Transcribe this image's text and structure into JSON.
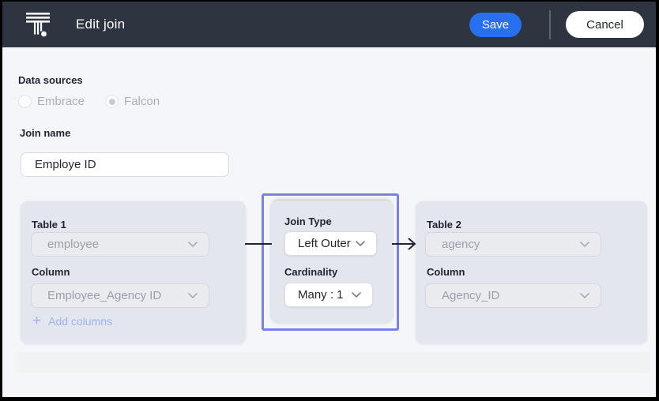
{
  "header": {
    "title": "Edit join",
    "save_label": "Save",
    "cancel_label": "Cancel",
    "logo_name": "thoughtspot-logo",
    "colors": {
      "bar_bg": "#2E3440",
      "save_bg": "#2770EF",
      "cancel_bg": "#FFFFFF"
    }
  },
  "data_sources": {
    "label": "Data sources",
    "options": [
      {
        "label": "Embrace",
        "selected": false
      },
      {
        "label": "Falcon",
        "selected": true
      }
    ]
  },
  "join_name": {
    "label": "Join name",
    "value": "Employe ID"
  },
  "table1": {
    "title": "Table 1",
    "table_value": "employee",
    "column_label": "Column",
    "column_value": "Employee_Agency ID",
    "add_columns_label": "Add columns",
    "plus_glyph": "+"
  },
  "join_settings": {
    "join_type_label": "Join Type",
    "join_type_value": "Left Outer",
    "cardinality_label": "Cardinality",
    "cardinality_value": "Many : 1"
  },
  "table2": {
    "title": "Table 2",
    "table_value": "agency",
    "column_label": "Column",
    "column_value": "Agency_ID"
  },
  "colors": {
    "content_bg": "#F5F6FA",
    "panel_bg": "#E3E6EC",
    "selection_accent": "#7B80E7",
    "disabled_text": "#9AA0AB",
    "label_text": "#1F2430",
    "link_blue": "#9DB2F2",
    "connector": "#1D2330"
  }
}
